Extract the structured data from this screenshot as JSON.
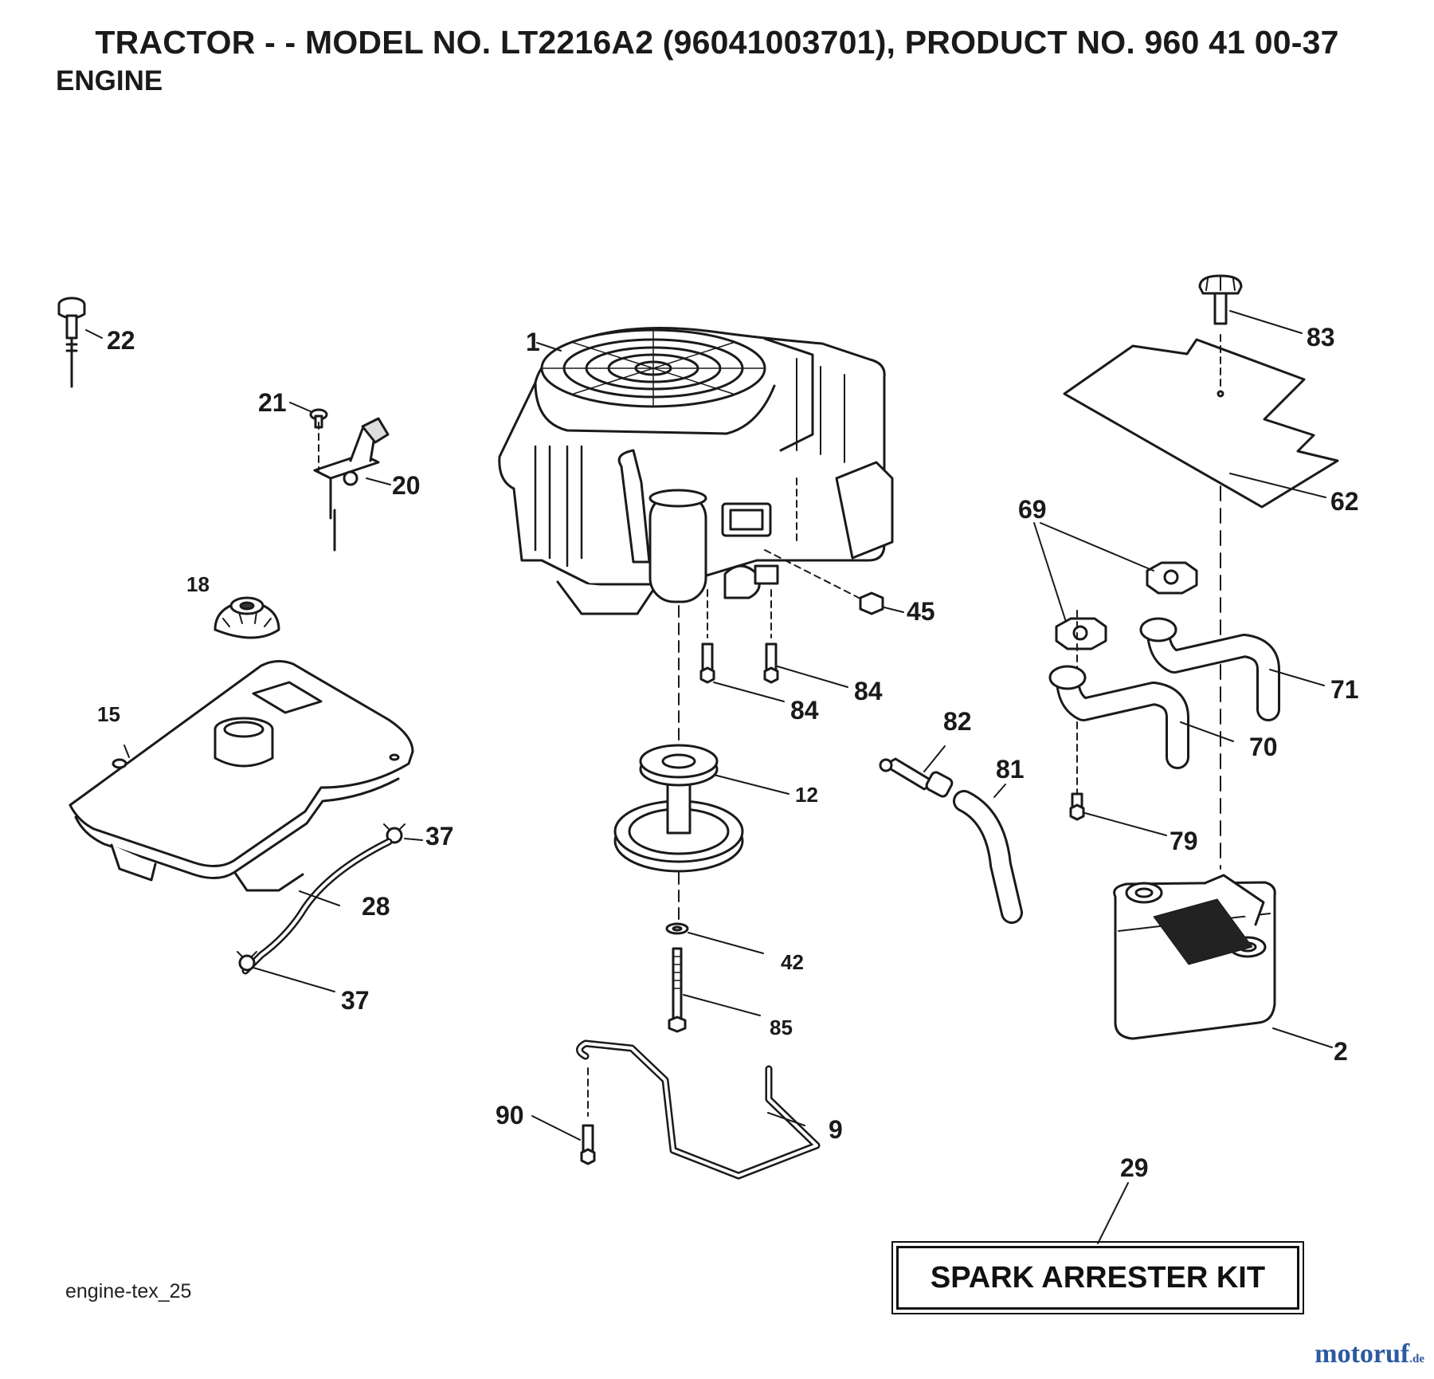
{
  "header": {
    "title": "TRACTOR - - MODEL NO. LT2216A2 (96041003701), PRODUCT NO. 960 41 00-37",
    "subtitle": "ENGINE"
  },
  "callouts": {
    "c1": "1",
    "c22": "22",
    "c21": "21",
    "c20": "20",
    "c18": "18",
    "c15": "15",
    "c37a": "37",
    "c28": "28",
    "c37b": "37",
    "c45": "45",
    "c84a": "84",
    "c84b": "84",
    "c12": "12",
    "c42": "42",
    "c85": "85",
    "c90": "90",
    "c9": "9",
    "c82": "82",
    "c81": "81",
    "c83": "83",
    "c62": "62",
    "c69": "69",
    "c71": "71",
    "c70": "70",
    "c79": "79",
    "c2": "2",
    "c29": "29"
  },
  "kit_label": "SPARK ARRESTER KIT",
  "reference": "engine-tex_25",
  "watermark": {
    "main": "motoruf",
    "suffix": ".de"
  }
}
